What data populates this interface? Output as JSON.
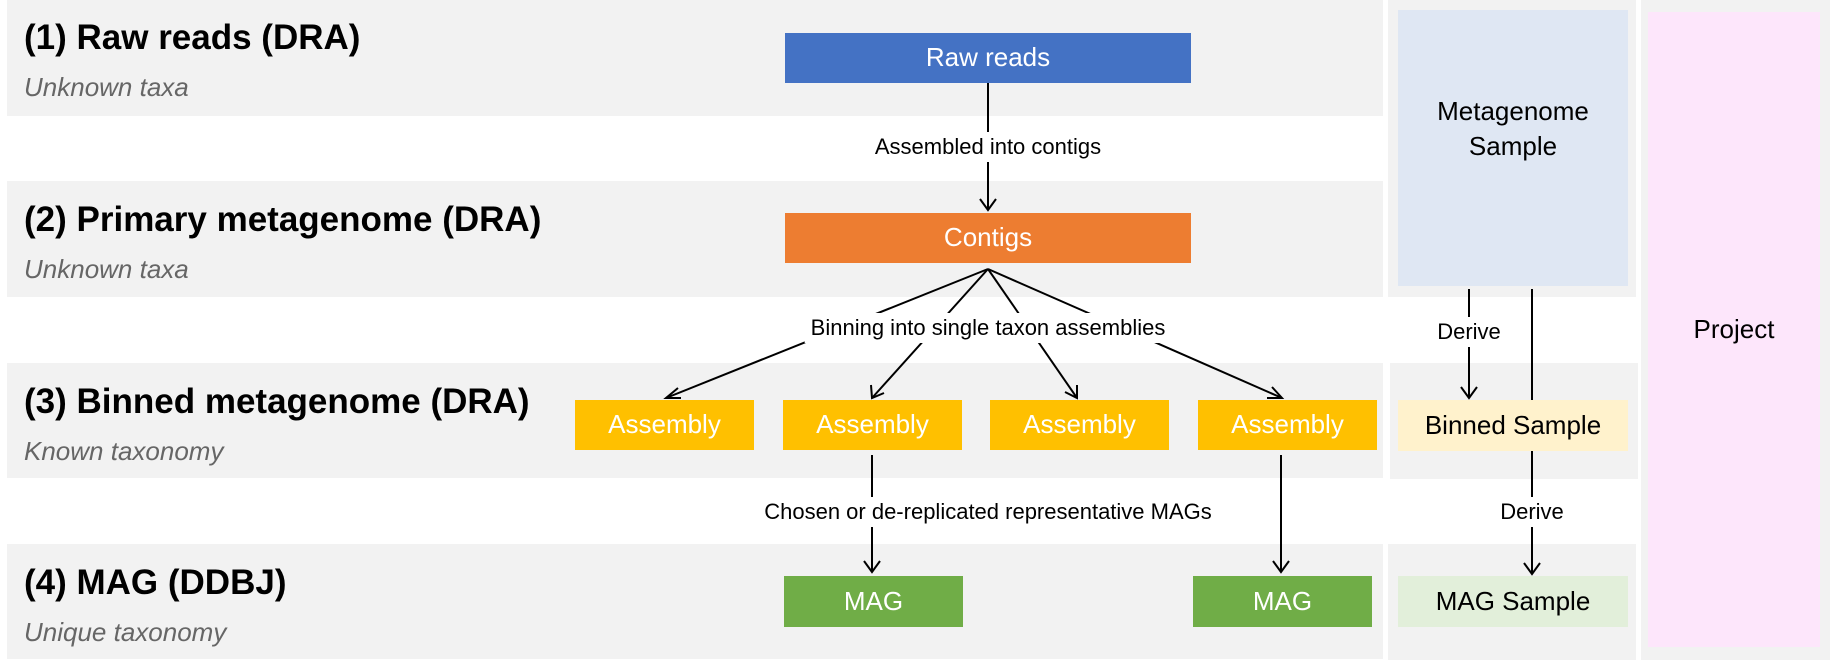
{
  "levels": [
    {
      "title": "(1) Raw reads (DRA)",
      "subtitle": "Unknown taxa"
    },
    {
      "title": "(2) Primary metagenome (DRA)",
      "subtitle": "Unknown taxa"
    },
    {
      "title": "(3) Binned metagenome (DRA)",
      "subtitle": "Known taxonomy"
    },
    {
      "title": "(4) MAG (DDBJ)",
      "subtitle": "Unique taxonomy"
    }
  ],
  "nodes": {
    "raw_reads": "Raw reads",
    "contigs": "Contigs",
    "assemblies": [
      "Assembly",
      "Assembly",
      "Assembly",
      "Assembly"
    ],
    "mags": [
      "MAG",
      "MAG"
    ]
  },
  "edges": {
    "assemble": "Assembled into contigs",
    "binning": "Binning into single taxon assemblies",
    "choose": "Chosen or de-replicated representative MAGs"
  },
  "samples": {
    "metagenome_sample": "Metagenome Sample",
    "binned_sample": "Binned Sample",
    "mag_sample": "MAG Sample",
    "derive_1": "Derive",
    "derive_2": "Derive"
  },
  "project": "Project",
  "colors": {
    "raw_reads": "#4472c4",
    "contigs": "#ed7d31",
    "assembly": "#ffc000",
    "mag": "#70ad47",
    "metagenome_sample": "#dfe7f3",
    "binned_sample": "#fff2cc",
    "mag_sample": "#e2efda",
    "project": "#fde6fb",
    "band": "#f2f2f2"
  }
}
